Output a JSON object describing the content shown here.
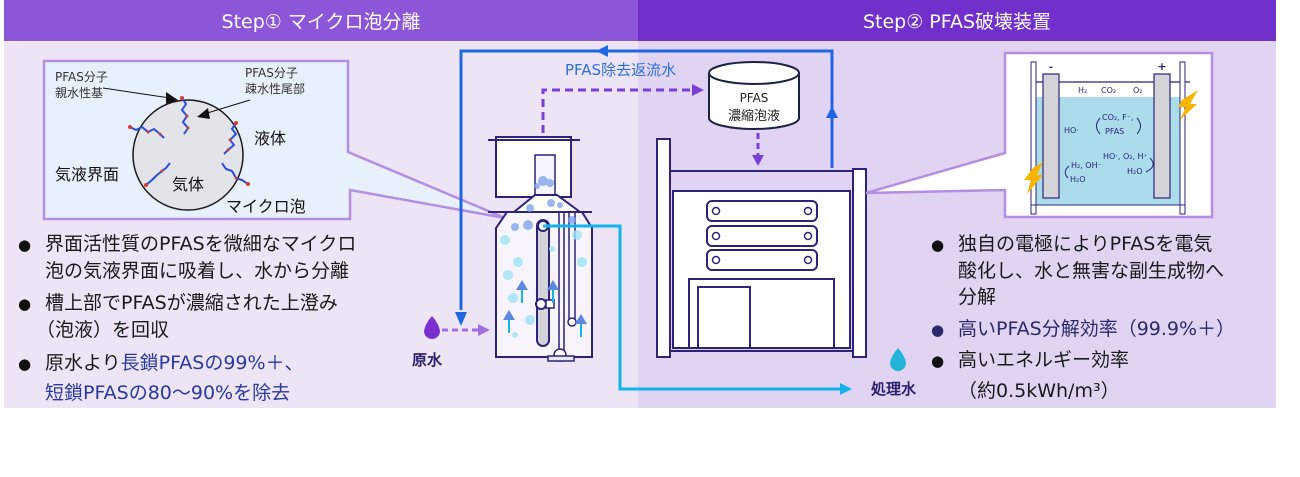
{
  "header": {
    "step1": "Step① マイクロ泡分離",
    "step2": "Step② PFAS破壊装置"
  },
  "colors": {
    "step1_header": "#8d56d8",
    "step2_header": "#7130cc",
    "step1_panel": "#ede4f6",
    "step2_panel": "#e1d4f3",
    "return_water_line": "#1f66e0",
    "treated_water_line": "#12b4ea",
    "foam_line": "#7b3fd6",
    "outline": "#2e237a",
    "bolt": "#f7b500"
  },
  "bubble_inset": {
    "label_hydrophilic_1": "PFAS分子",
    "label_hydrophilic_2": "親水性基",
    "label_hydrophobic_1": "PFAS分子",
    "label_hydrophobic_2": "疎水性尾部",
    "liquid": "液体",
    "interface": "気液界面",
    "gas": "気体",
    "microbubble": "マイクロ泡"
  },
  "flow": {
    "return_water": "PFAS除去返流水",
    "tank_line1": "PFAS",
    "tank_line2": "濃縮泡液",
    "raw_water": "原水",
    "treated_water": "処理水"
  },
  "electrode_inset": {
    "minus": "-",
    "plus": "+",
    "gas_h2": "H₂",
    "gas_co2": "CO₂",
    "gas_o2": "O₂",
    "radical": "HO·",
    "cycle1_top": "CO₂, F⁻,",
    "cycle1_bottom": "PFAS",
    "cycle2_top": "HO·, O₂, H⁺",
    "cycle2_bottom": "H₂O",
    "cycle3_top": "H₂, OH⁻",
    "cycle3_bottom": "H₂O"
  },
  "step1_bullets": [
    {
      "lines": [
        "界面活性質のPFASを微細なマイクロ",
        "泡の気液界面に吸着し、水から分離"
      ]
    },
    {
      "lines": [
        "槽上部でPFASが濃縮された上澄み",
        "（泡液）を回収"
      ]
    },
    {
      "prefix": "原水より",
      "highlight1": "長鎖PFASの99%＋、",
      "highlight2": "短鎖PFASの80〜90%を除去"
    }
  ],
  "step2_bullets": [
    {
      "lines": [
        "独自の電極によりPFASを電気",
        "酸化し、水と無害な副生成物へ",
        "分解"
      ]
    },
    {
      "lines": [
        "高いPFAS分解効率（99.9%＋）"
      ]
    },
    {
      "lines": [
        "高いエネルギー効率",
        "（約0.5kWh/m³）"
      ]
    }
  ],
  "bullet_glyph": "●"
}
